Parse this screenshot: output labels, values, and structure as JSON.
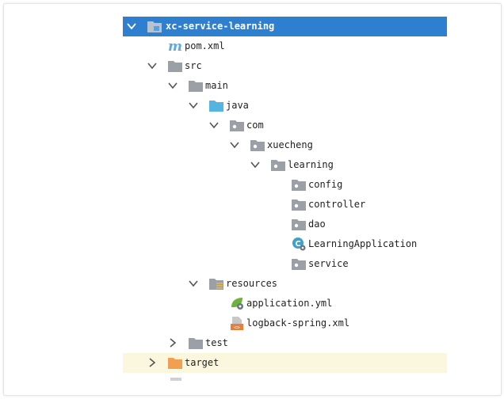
{
  "project_tree": {
    "root": "xc-service-learning",
    "pom": "pom.xml",
    "src": "src",
    "main": "main",
    "java": "java",
    "com": "com",
    "xuecheng": "xuecheng",
    "learning": "learning",
    "config": "config",
    "controller": "controller",
    "dao": "dao",
    "app_class": "LearningApplication",
    "service": "service",
    "resources": "resources",
    "application_yml": "application.yml",
    "logback": "logback-spring.xml",
    "test": "test",
    "target": "target"
  },
  "colors": {
    "selection": "#2f7fd0",
    "highlight_row": "#fbf7df",
    "folder": "#9aa0a6",
    "source_folder": "#56b4e0",
    "target_folder": "#f0a050"
  }
}
